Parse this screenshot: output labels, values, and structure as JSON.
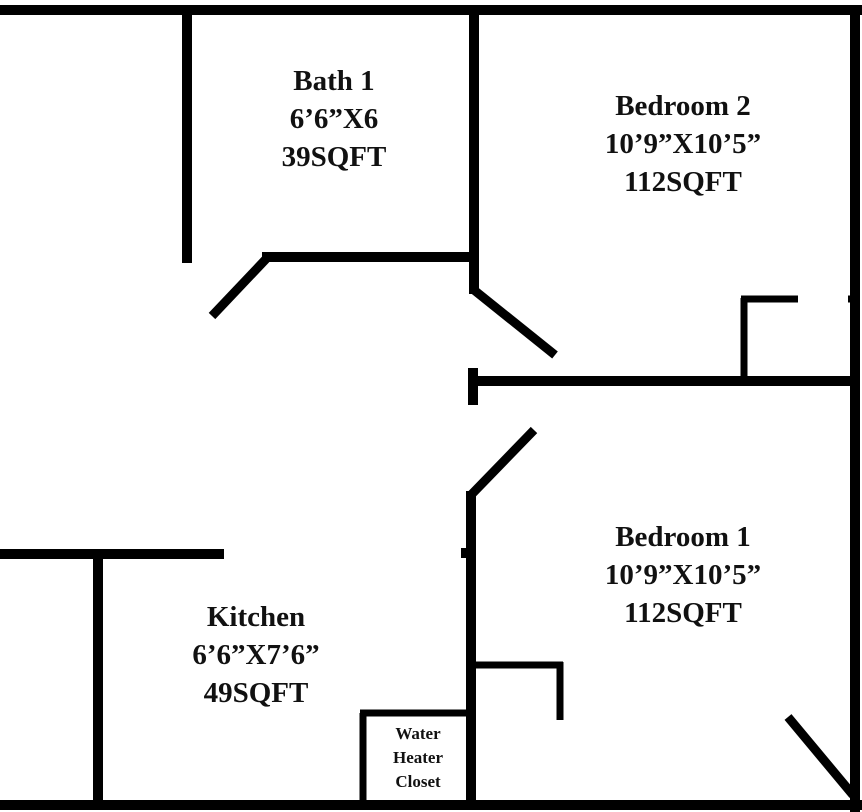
{
  "rooms": {
    "bath1": {
      "name": "Bath 1",
      "dims": "6’6”X6",
      "area": "39SQFT"
    },
    "bedroom2": {
      "name": "Bedroom 2",
      "dims": "10’9”X10’5”",
      "area": "112SQFT"
    },
    "bedroom1": {
      "name": "Bedroom 1",
      "dims": "10’9”X10’5”",
      "area": "112SQFT"
    },
    "kitchen": {
      "name": "Kitchen",
      "dims": "6’6”X7’6”",
      "area": "49SQFT"
    },
    "water_heater_closet": {
      "line1": "Water",
      "line2": "Heater",
      "line3": "Closet"
    }
  },
  "colors": {
    "wall": "#000000",
    "background": "#ffffff",
    "text": "#111111"
  }
}
